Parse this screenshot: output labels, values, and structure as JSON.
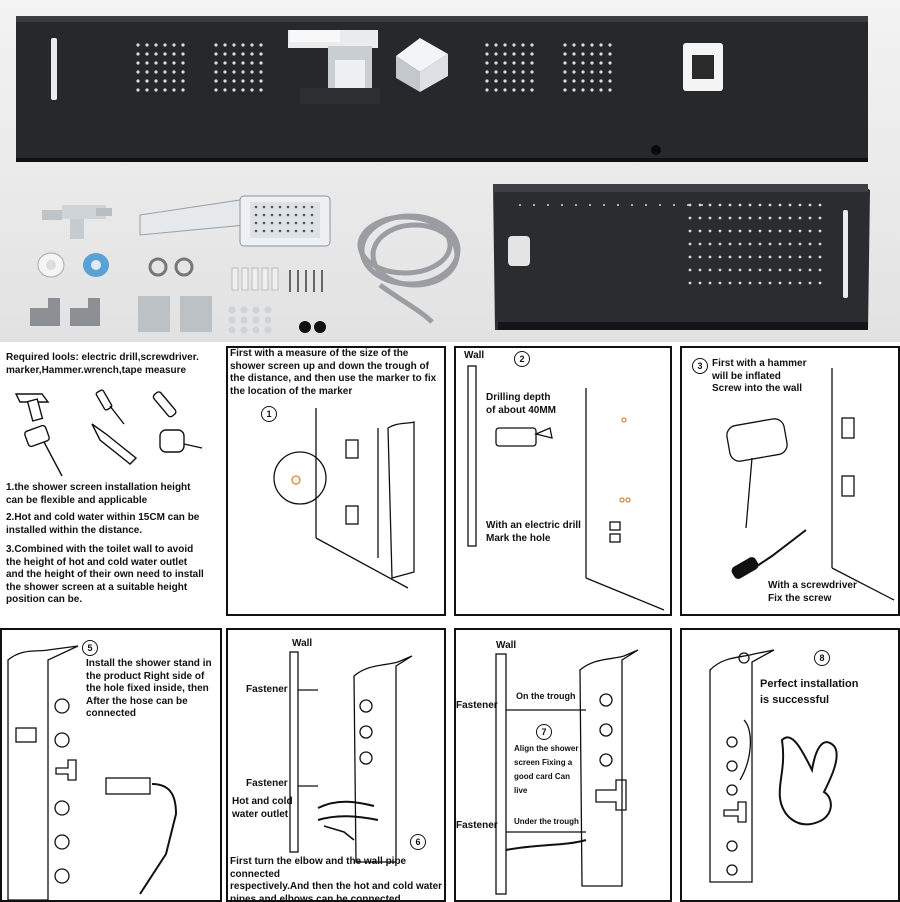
{
  "colors": {
    "panel_metal": "#1f2124",
    "chrome": "#e9ecef",
    "line": "#111111"
  },
  "top_photo": {
    "description_items": [
      "shower-panel-front",
      "shower-panel-back",
      "hand-shower",
      "hose",
      "elbows",
      "brackets",
      "screws",
      "wall-anchors",
      "washers"
    ]
  },
  "panels": {
    "tools": {
      "text": "Required lools: electric drill,screwdriver.\nmarker,Hammer.wrench,tape measure",
      "note1": "1.the shower screen installation height\n   can be flexible and applicable",
      "note2": "2.Hot and cold water within 15CM can be\ninstalled within the distance.",
      "note3": "3.Combined with the toilet wall to avoid\nthe height of hot and cold water outlet\nand the height of their own need to install\nthe shower screen at a suitable height\nposition can be."
    },
    "step1": {
      "text": "First with a measure of the size of the\nshower screen up and down the trough of\nthe distance, and then use the marker to fix\nthe location of the marker",
      "number": "1"
    },
    "step2": {
      "wall": "Wall",
      "number": "2",
      "drill": "Drilling depth\nof about 40MM",
      "mark": "With an electric drill\nMark the hole"
    },
    "step3": {
      "number": "3",
      "text": "First with a hammer\nwill be inflated\nScrew into the wall",
      "fix": "With a screwdriver\n     Fix the screw"
    },
    "step5": {
      "number": "5",
      "text": "Install the shower stand in\nthe product Right side of\nthe hole fixed inside, then\nAfter the hose can be\nconnected"
    },
    "step6": {
      "wall": "Wall",
      "fastener1": "Fastener",
      "fastener2": "Fastener",
      "outlet": "Hot and cold\nwater outlet",
      "number": "6",
      "text": "First turn the elbow and the wall pipe connected\nrespectively.And then the hot and cold water\npipes and elbows can be connected"
    },
    "step7": {
      "wall": "Wall",
      "fastener1": "Fastener",
      "on_trough": "On the trough",
      "number": "7",
      "align": "Align the shower\nscreen Fixing a\ngood card Can\nlive",
      "fastener2": "Fastener",
      "under_trough": "Under the trough"
    },
    "step8": {
      "number": "8",
      "text": "Perfect installation\nis successful"
    }
  }
}
